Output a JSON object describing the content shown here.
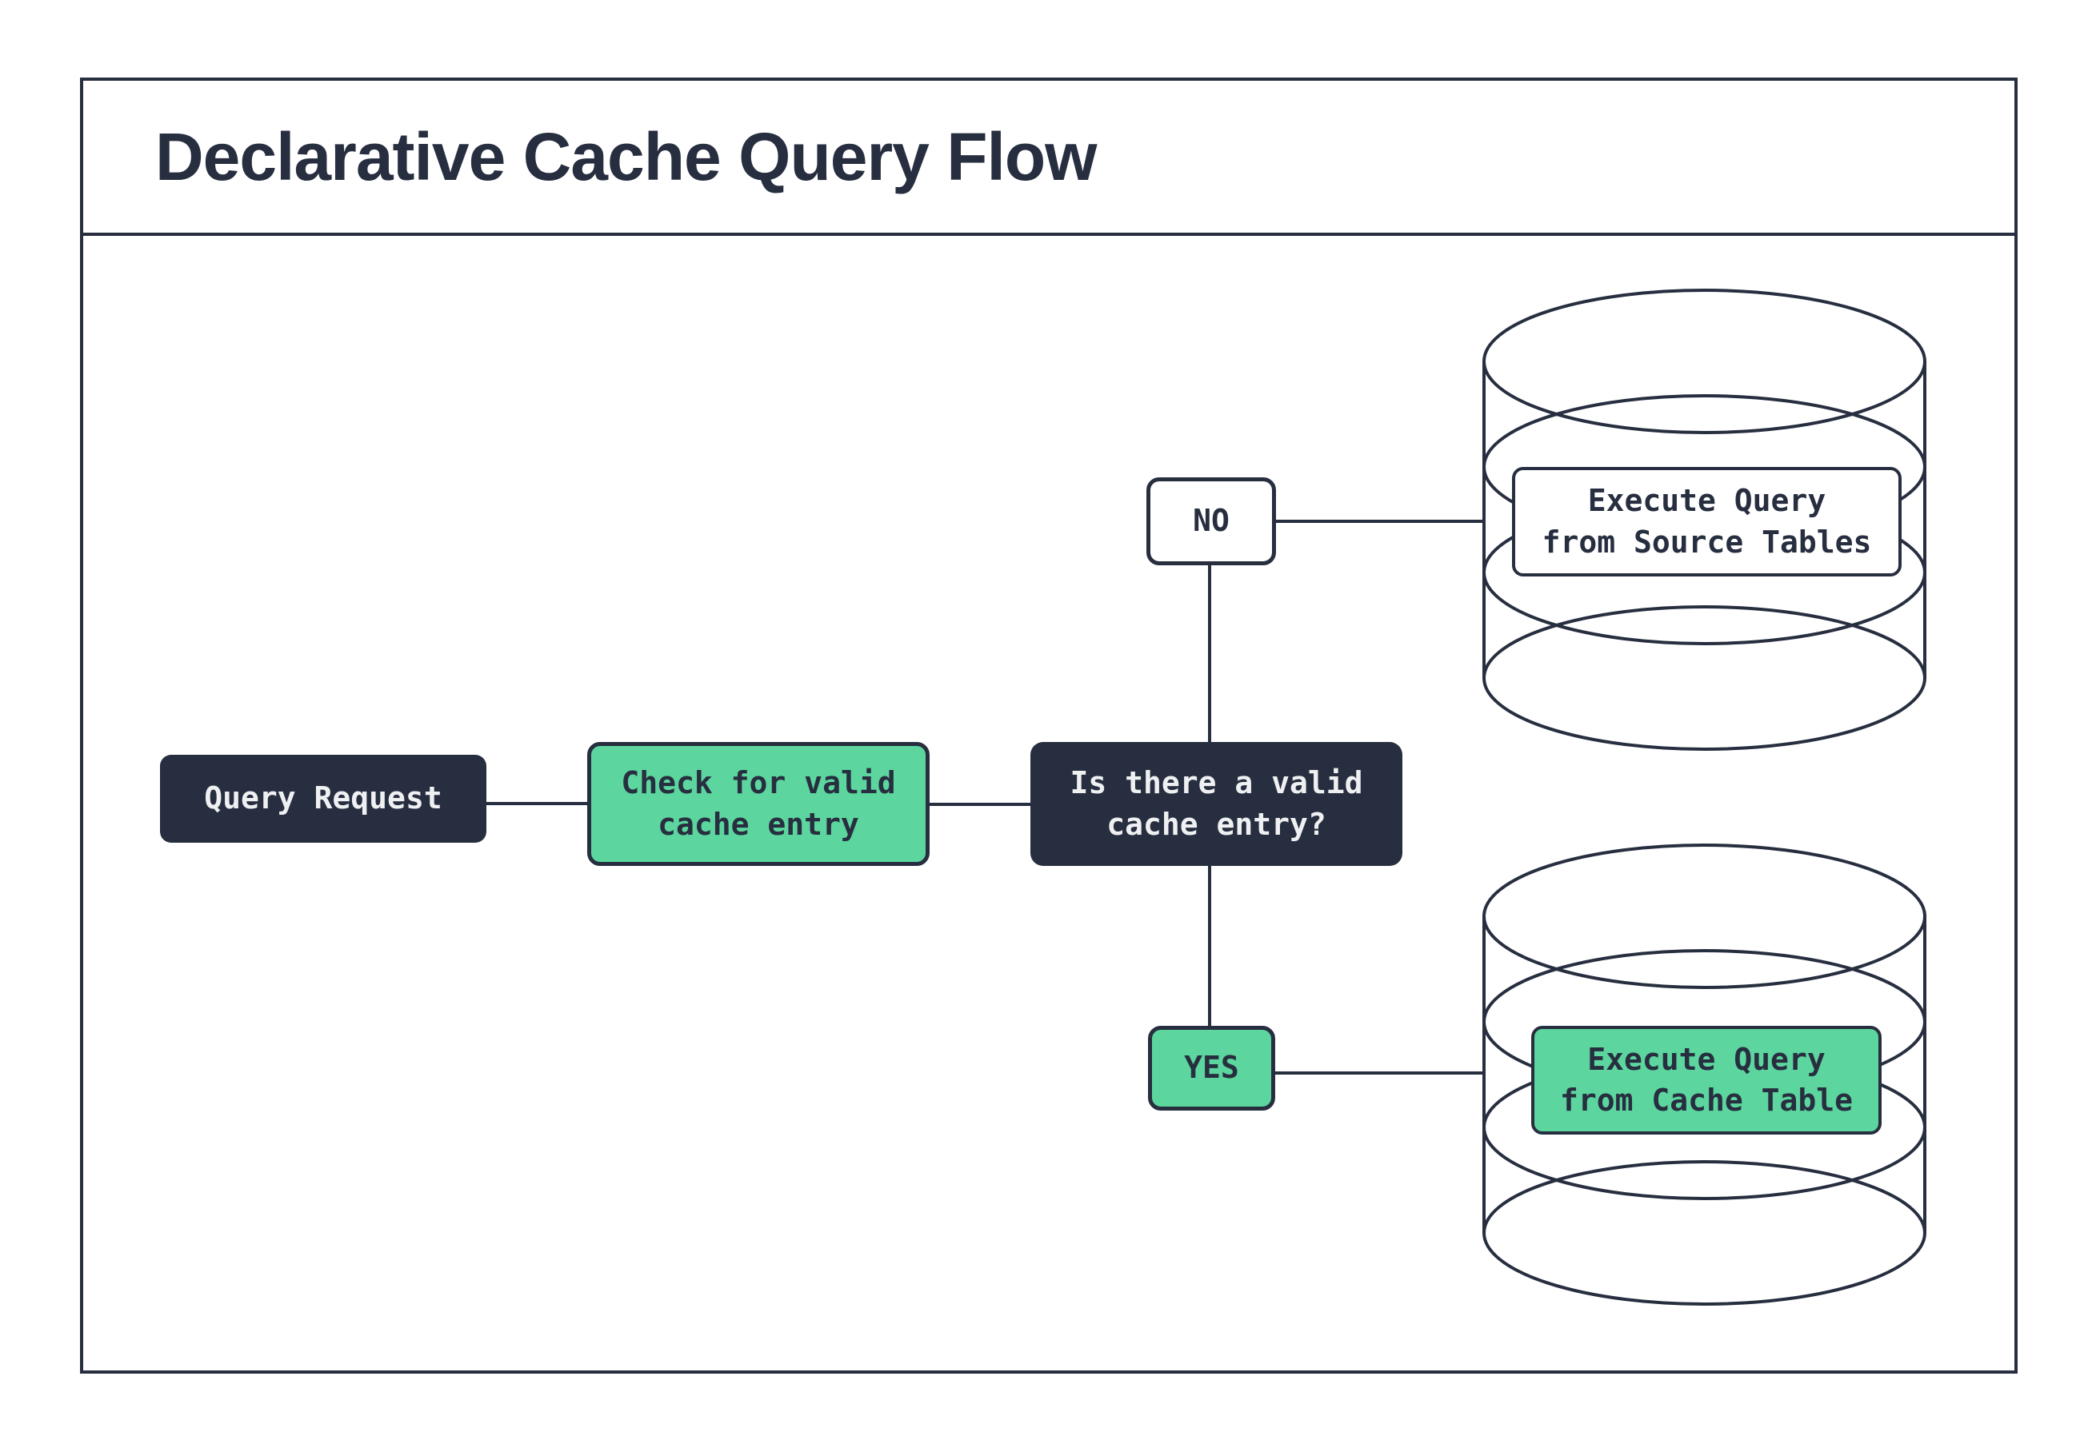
{
  "title": "Declarative Cache Query Flow",
  "diagram": {
    "nodes": {
      "query_request": {
        "label": "Query Request"
      },
      "check_cache": {
        "label": "Check for valid\ncache entry"
      },
      "cache_question": {
        "label": "Is there a valid\ncache entry?"
      },
      "no_branch": {
        "label": "NO"
      },
      "yes_branch": {
        "label": "YES"
      },
      "execute_source": {
        "label": "Execute Query\nfrom Source Tables"
      },
      "execute_cache": {
        "label": "Execute Query\nfrom Cache Table"
      }
    },
    "colors": {
      "ink": "#272e3f",
      "green": "#5cd59e",
      "light_text": "#eff0f2",
      "background": "#ffffff"
    }
  }
}
